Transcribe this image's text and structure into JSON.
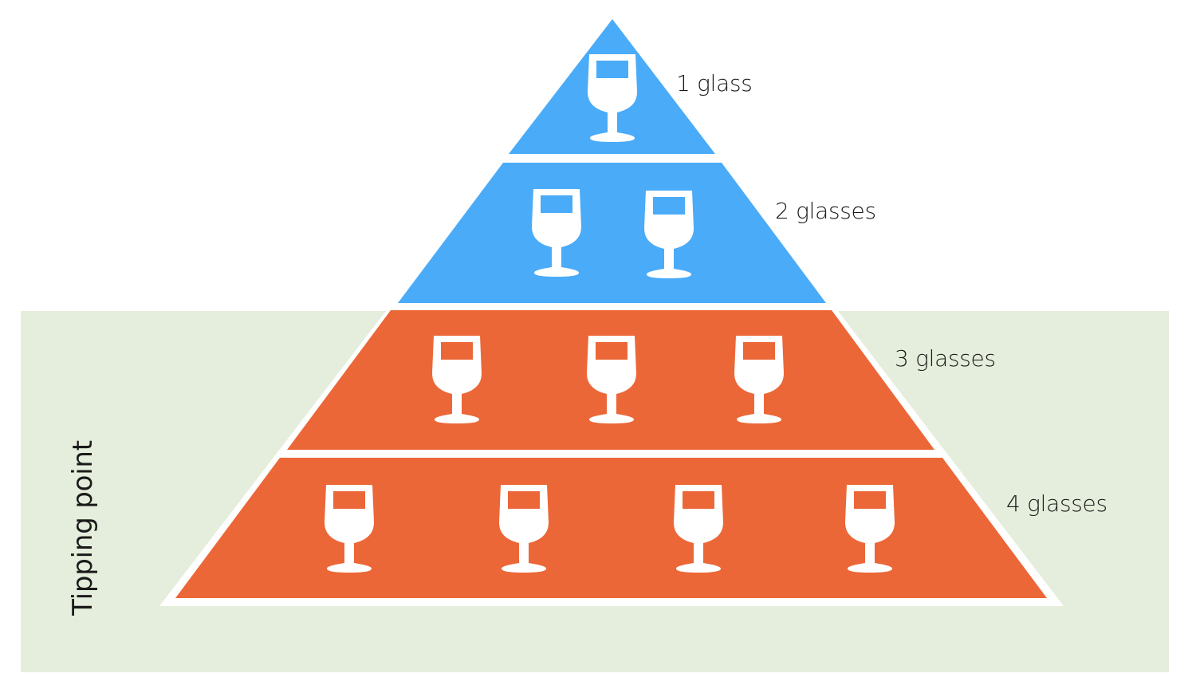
{
  "colors": {
    "background": "#ffffff",
    "panel": "#e5eedc",
    "tier_blue": "#4aabf8",
    "tier_orange": "#ec6737",
    "outline": "#ffffff",
    "glass": "#ffffff",
    "text": "#1a1a1a"
  },
  "panel": {
    "label": "Tipping point"
  },
  "tiers": [
    {
      "label": "1 glass",
      "glasses": 1,
      "color": "blue"
    },
    {
      "label": "2 glasses",
      "glasses": 2,
      "color": "blue"
    },
    {
      "label": "3 glasses",
      "glasses": 3,
      "color": "orange"
    },
    {
      "label": "4 glasses",
      "glasses": 4,
      "color": "orange"
    }
  ],
  "icons": {
    "glass": "wine-glass-icon"
  }
}
